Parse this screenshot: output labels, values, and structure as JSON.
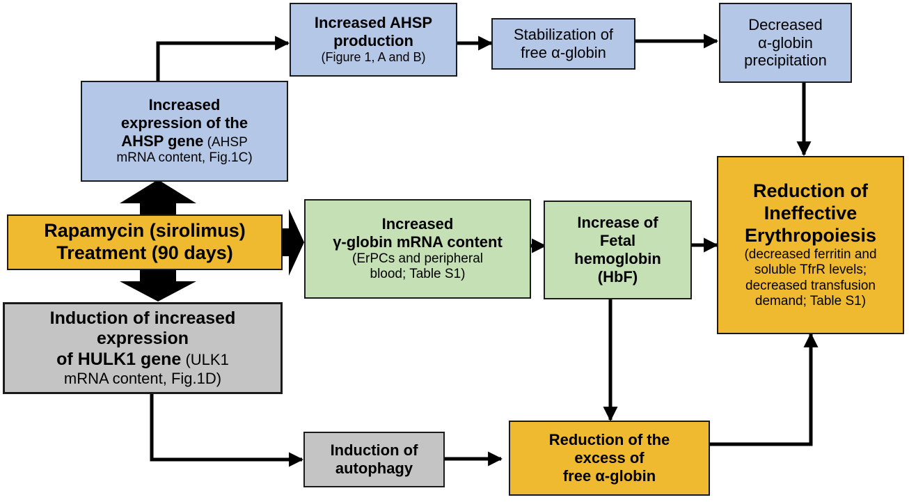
{
  "nodes": {
    "ahsp_gene": {
      "title_lines": [
        "Increased",
        "expression of the"
      ],
      "title_inline": "AHSP gene",
      "detail_inline": " (AHSP",
      "detail_lines": [
        "mRNA content, Fig.1C)"
      ]
    },
    "ahsp_production": {
      "title_lines": [
        "Increased AHSP",
        "production"
      ],
      "detail_lines": [
        "(Figure 1, A and B)"
      ]
    },
    "stabilization": {
      "detail_lines": [
        "Stabilization of",
        "free α-globin"
      ]
    },
    "decreased_precipitation": {
      "detail_lines": [
        "Decreased",
        "α-globin",
        "precipitation"
      ]
    },
    "rapamycin": {
      "title_lines": [
        "Rapamycin (sirolimus)",
        "Treatment (90 days)"
      ]
    },
    "gamma_globin": {
      "title_lines": [
        "Increased",
        "γ-globin mRNA content"
      ],
      "detail_lines": [
        "(ErPCs and peripheral",
        "blood; Table S1)"
      ]
    },
    "fetal_hemoglobin": {
      "title_lines": [
        "Increase of",
        "Fetal",
        "hemoglobin",
        "(HbF)"
      ]
    },
    "ineffective_erythropoiesis": {
      "title_lines": [
        "Reduction of",
        "Ineffective",
        "Erythropoiesis"
      ],
      "detail_lines": [
        "(decreased ferritin and",
        "soluble TfrR levels;",
        "decreased transfusion",
        "demand; Table S1)"
      ]
    },
    "hulk1": {
      "title_lines": [
        "Induction of increased",
        "expression"
      ],
      "title_inline": "of HULK1 gene",
      "detail_inline": " (ULK1",
      "detail_lines": [
        "mRNA content, Fig.1D)"
      ]
    },
    "autophagy": {
      "title_lines": [
        "Induction of",
        "autophagy"
      ]
    },
    "excess_alpha": {
      "title_lines": [
        "Reduction of the",
        "excess of",
        "free α-globin"
      ]
    }
  },
  "colors": {
    "blue": "#b4c7e7",
    "green": "#c5e0b4",
    "gold": "#f0ba30",
    "gray": "#c4c4c4",
    "line": "#000000"
  }
}
